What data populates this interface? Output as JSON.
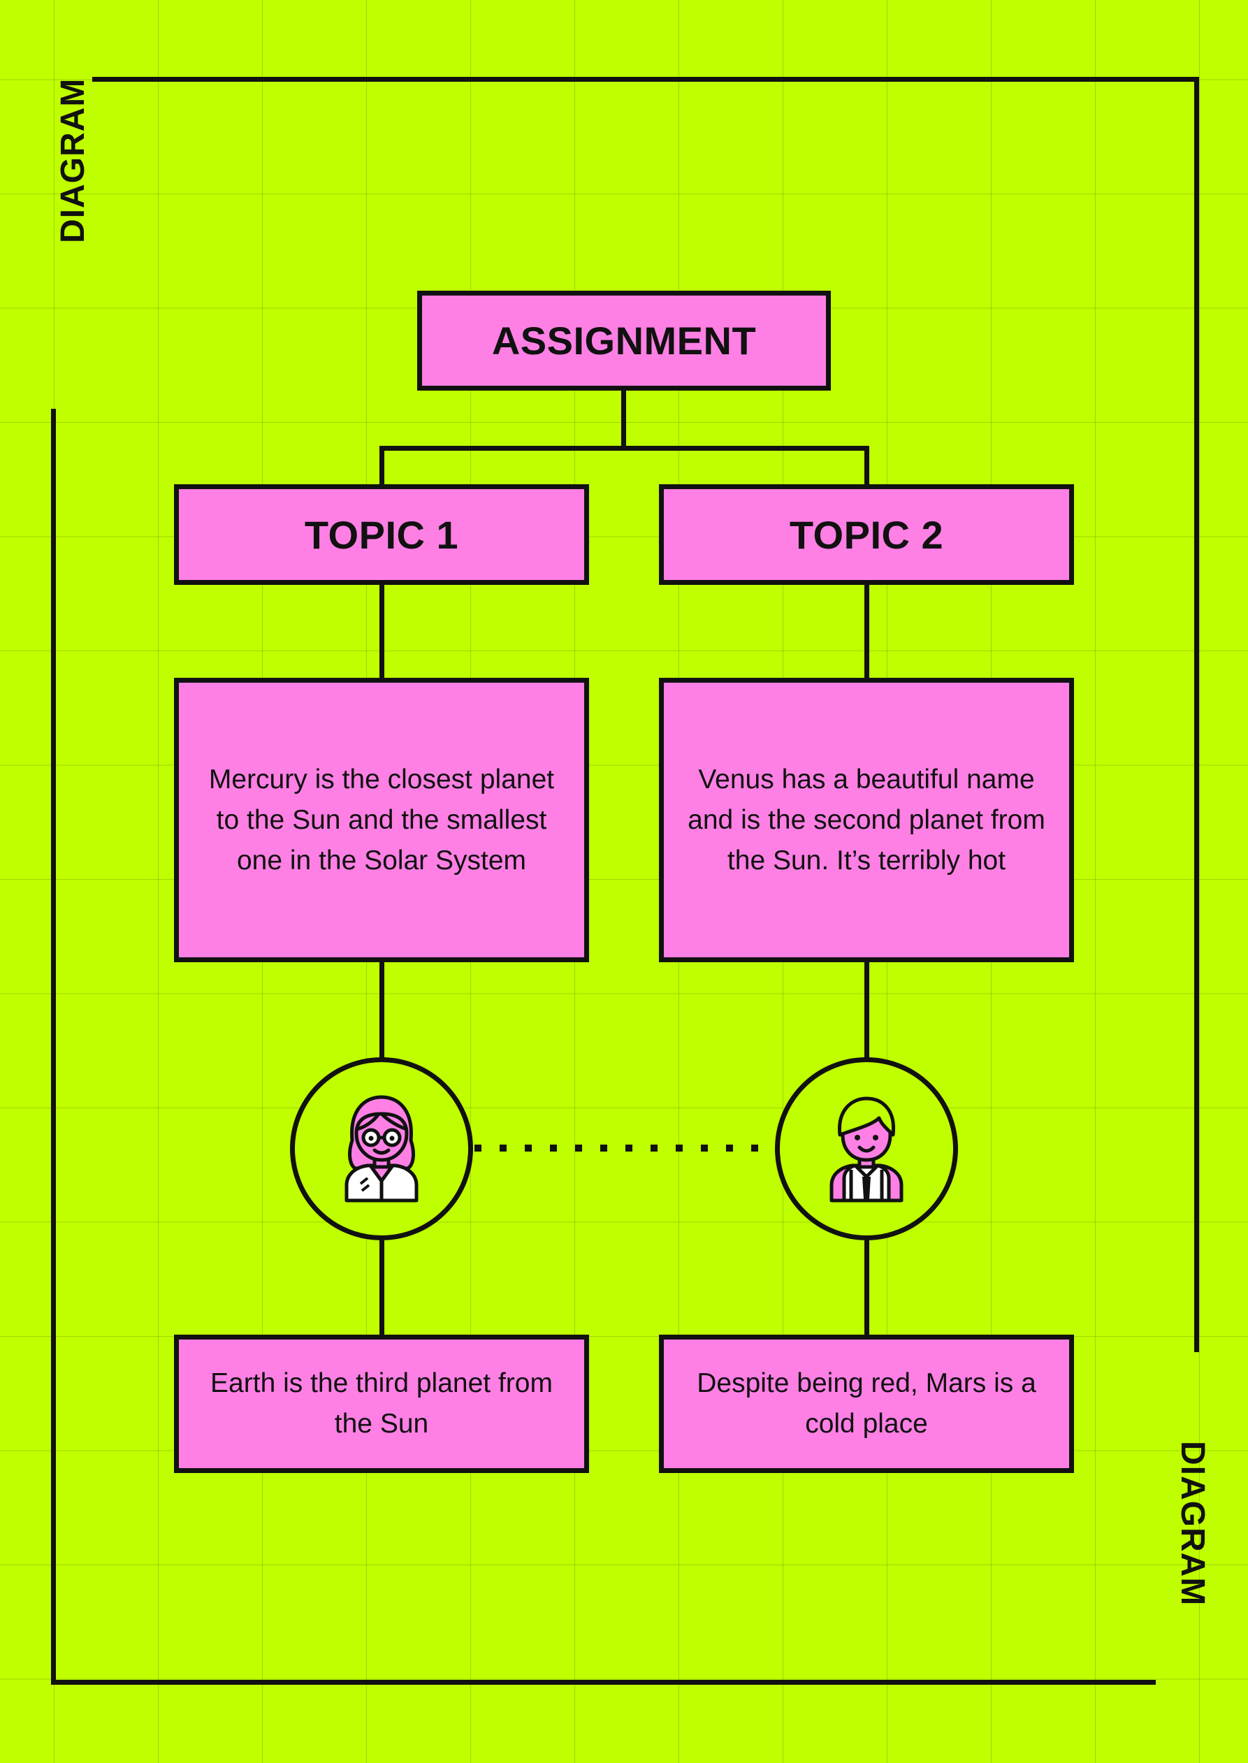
{
  "side_labels": {
    "top_left": "DIAGRAM",
    "bottom_right": "DIAGRAM"
  },
  "root": {
    "label": "ASSIGNMENT"
  },
  "branches": [
    {
      "topic": "TOPIC 1",
      "description": "Mercury is the closest planet to the Sun and the smallest one in the Solar System",
      "avatar_icon": "girl-with-glasses-icon",
      "footer": "Earth is the third planet from the Sun"
    },
    {
      "topic": "TOPIC 2",
      "description": "Venus has a beautiful name and is the second planet from the Sun. It’s terribly hot",
      "avatar_icon": "boy-with-backpack-icon",
      "footer": "Despite being red, Mars is a cold place"
    }
  ],
  "colors": {
    "background": "#bfff00",
    "box_fill": "#ff80e5",
    "ink": "#111111"
  }
}
